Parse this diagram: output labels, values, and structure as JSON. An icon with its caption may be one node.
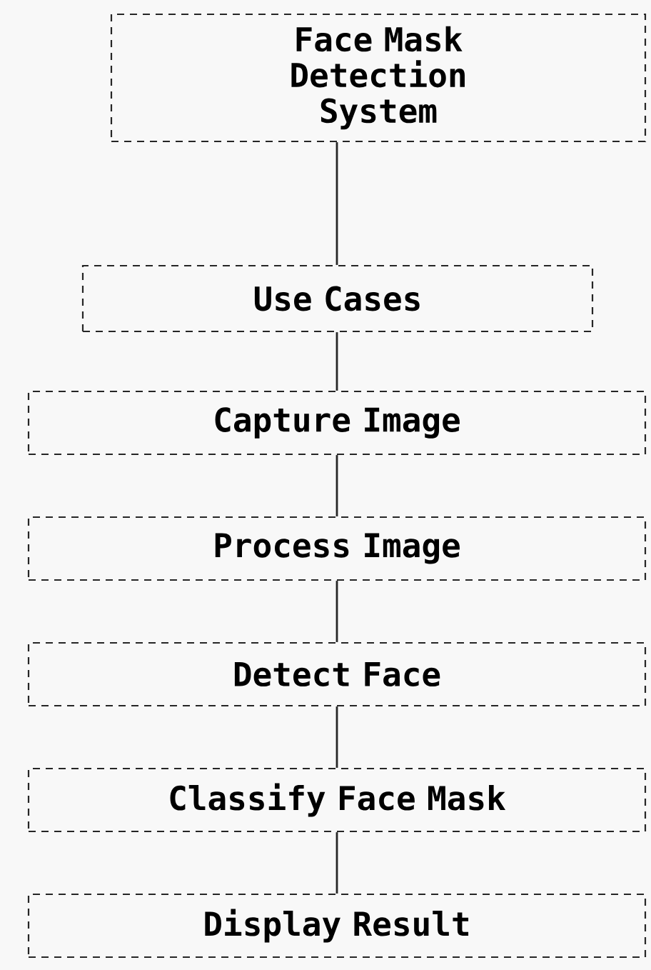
{
  "diagram": {
    "nodes": [
      {
        "text": [
          "Face Mask Detection System"
        ]
      },
      {
        "text": [
          "Use Cases"
        ]
      },
      {
        "text": [
          "Capture Image"
        ]
      },
      {
        "text": [
          "Process Image"
        ]
      },
      {
        "text": [
          "Detect Face"
        ]
      },
      {
        "text": [
          "Classify Face Mask"
        ]
      },
      {
        "text": [
          "Display Result"
        ]
      }
    ],
    "edges": [
      {
        "from": 0,
        "to": 1,
        "arrow": "none"
      },
      {
        "from": 1,
        "to": 2,
        "arrow": "none"
      },
      {
        "from": 2,
        "to": 3,
        "arrow": "none"
      },
      {
        "from": 3,
        "to": 4,
        "arrow": "none"
      },
      {
        "from": 4,
        "to": 5,
        "arrow": "none"
      },
      {
        "from": 5,
        "to": 6,
        "arrow": "none"
      }
    ]
  }
}
